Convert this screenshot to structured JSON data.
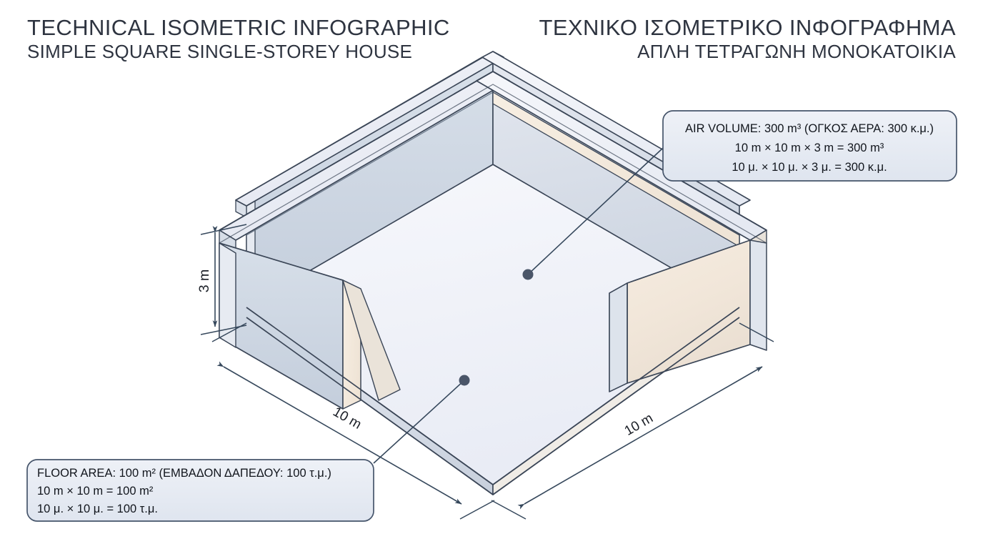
{
  "title": {
    "left_line1": "TECHNICAL ISOMETRIC INFOGRAPHIC",
    "left_line2": "SIMPLE SQUARE SINGLE-STOREY HOUSE",
    "right_line1": "ΤΕΧΝΙΚΟ ΙΣΟΜΕΤΡΙΚΟ ΙΝΦΟΓΡΑΦΗΜΑ",
    "right_line2": "ΑΠΛΗ ΤΕΤΡΑΓΩΝΗ ΜΟΝΟΚΑΤΟΙΚΙΑ"
  },
  "dimensions": {
    "height_label": "3 m",
    "width_left_label": "10 m",
    "width_right_label": "10 m"
  },
  "callouts": {
    "air_volume": {
      "line1": "AIR VOLUME: 300 m³ (ΟΓΚΟΣ ΑΕΡΑ: 300 κ.μ.)",
      "line2": "10 m × 10 m × 3 m = 300 m³",
      "line3": "10 μ. × 10 μ. × 3 μ. = 300 κ.μ."
    },
    "floor_area": {
      "line1": "FLOOR AREA: 100 m² (ΕΜΒΑΔΟΝ ΔΑΠΕΔΟΥ: 100 τ.μ.)",
      "line2": "10 m × 10 m = 100 m²",
      "line3": "10 μ. × 10 μ. = 100 τ.μ."
    }
  },
  "colors": {
    "ink": "#2e3440",
    "outline": "#3b4657",
    "callout_fill": "#e8ecf4",
    "callout_stroke": "#46556b",
    "floor_top": "#f2f3fa",
    "wall_outer": "#cdd6e2",
    "wall_inner_warm": "#f3e8dc",
    "slab_edge": "#c3cbd8",
    "dot": "#4a5568",
    "background": "#ffffff"
  },
  "chart_data": {
    "type": "diagram",
    "title": "Simple square single-storey house — isometric",
    "geometry": {
      "footprint_m": [
        10,
        10
      ],
      "wall_height_m": 3,
      "floor_area_m2": 100,
      "air_volume_m3": 300
    },
    "annotations": [
      {
        "label": "3 m",
        "kind": "height-dimension"
      },
      {
        "label": "10 m",
        "kind": "width-dimension-left"
      },
      {
        "label": "10 m",
        "kind": "width-dimension-right"
      }
    ]
  }
}
